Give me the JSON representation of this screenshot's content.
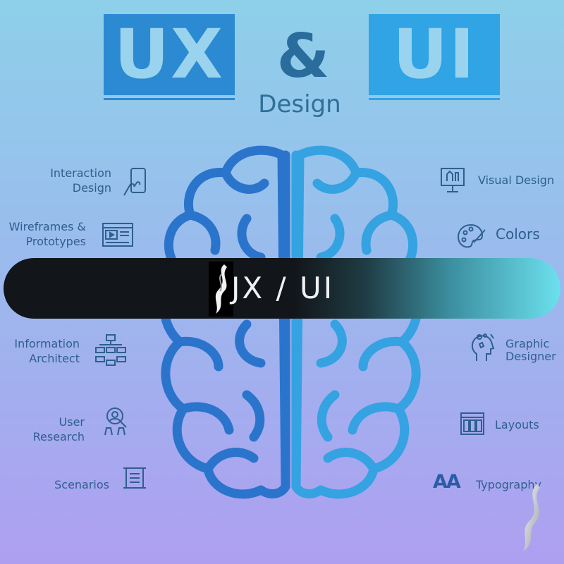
{
  "header": {
    "ux": "UX",
    "ampersand": "&",
    "ui": "UI",
    "design": "Design"
  },
  "ux_items": [
    {
      "label": "Interaction\nDesign",
      "icon": "touch-phone-icon"
    },
    {
      "label": "Wireframes &\nPrototypes",
      "icon": "wireframe-icon"
    },
    {
      "label": "Information\nArchitect",
      "icon": "sitemap-icon"
    },
    {
      "label": "User\nResearch",
      "icon": "user-research-icon"
    },
    {
      "label": "Scenarios",
      "icon": "scroll-icon"
    }
  ],
  "ui_items": [
    {
      "label": "Visual Design",
      "icon": "monitor-icon"
    },
    {
      "label": "Colors",
      "icon": "palette-icon"
    },
    {
      "label": "Graphic\nDesigner",
      "icon": "creative-head-icon"
    },
    {
      "label": "Layouts",
      "icon": "layout-icon"
    },
    {
      "label": "Typography",
      "icon": "typography-icon",
      "glyph": "AA"
    }
  ],
  "banner": {
    "text": "JX / UI"
  },
  "colors": {
    "ux_box": "#2b8ad2",
    "ui_box": "#30a4e4",
    "brain_left": "#2a72c8",
    "brain_right": "#33a0e0",
    "label_text": "#2f5f8e"
  }
}
